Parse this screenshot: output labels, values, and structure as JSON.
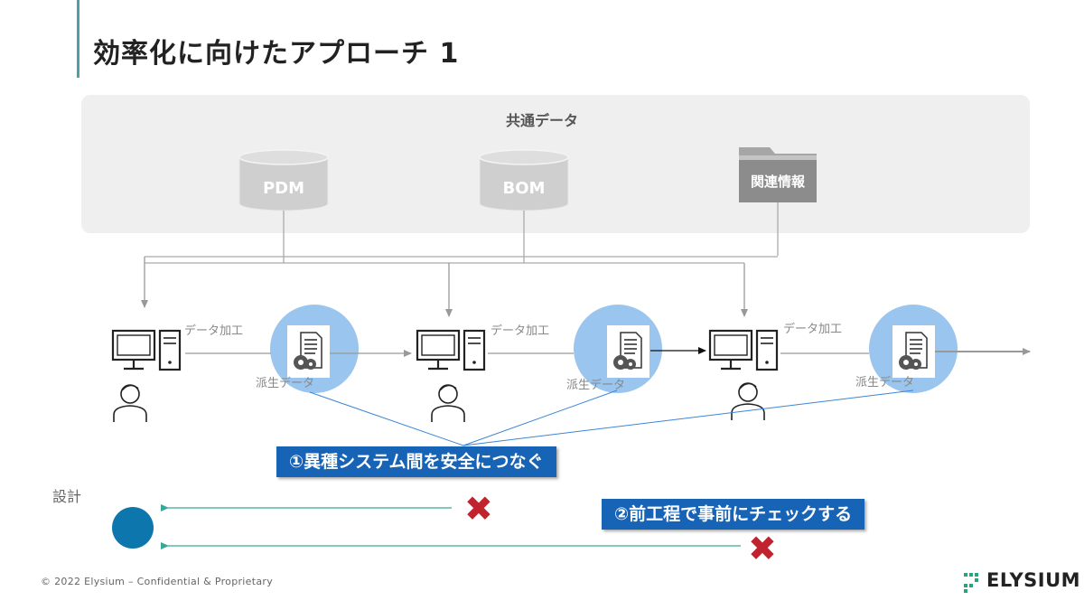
{
  "title": "効率化に向けたアプローチ 1",
  "common": {
    "label": "共通データ",
    "pdm": "PDM",
    "bom": "BOM",
    "related": "関連情報"
  },
  "flow": {
    "process_label": "データ加工",
    "derived_label": "派生データ"
  },
  "callouts": {
    "first": "①異種システム間を安全につなぐ",
    "second": "②前工程で事前にチェックする"
  },
  "design_label": "設計",
  "footer": "© 2022 Elysium – Confidential & Proprietary",
  "logo": "ELYSIUM",
  "icons": [
    "computer-icon",
    "tower-icon",
    "person-icon",
    "document-icon",
    "gear-icon",
    "x-mark-icon",
    "folder-icon",
    "database-icon",
    "logo-icon"
  ],
  "colors": {
    "title_accent": "#4f9fa6",
    "callout_bg": "#1763b6",
    "x_mark": "#c0232e",
    "design_dot": "#0d76ad",
    "teal_arrow": "#3aa59a",
    "halo": "#99c5ee"
  }
}
